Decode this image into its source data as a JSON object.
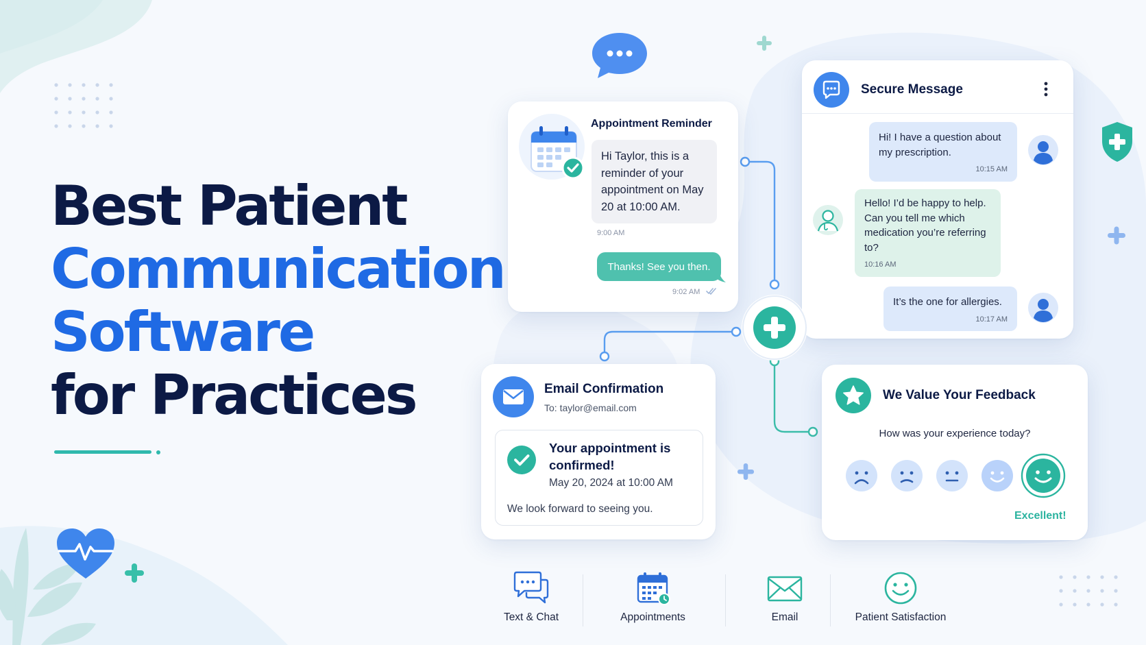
{
  "headline": {
    "line1": "Best Patient",
    "line2": "Communication",
    "line3": "Software",
    "line4": "for Practices"
  },
  "colors": {
    "navy": "#0c1a45",
    "blue": "#1f6ae4",
    "teal": "#2fb9ad",
    "teal_bubble": "#4fc1ae",
    "page_bg": "#f6f9fd"
  },
  "reminder": {
    "icon": "calendar-check-icon",
    "title": "Appointment Reminder",
    "message": "Hi Taylor, this is a reminder of your appointment on May 20 at 10:00 AM.",
    "time": "9:00 AM",
    "reply": "Thanks! See you then.",
    "reply_time": "9:02 AM"
  },
  "secure": {
    "icon": "chat-bubble-icon",
    "title": "Secure Message",
    "messages": [
      {
        "text": "Hi! I have a question about my prescription.",
        "time": "10:15 AM",
        "from": "patient"
      },
      {
        "text": "Hello! I’d be happy to help. Can you tell me which medication you’re referring to?",
        "time": "10:16 AM",
        "from": "doctor"
      },
      {
        "text": "It’s the one for allergies.",
        "time": "10:17 AM",
        "from": "patient"
      }
    ]
  },
  "email": {
    "icon": "envelope-icon",
    "title": "Email Confirmation",
    "to": "To: taylor@email.com",
    "confirm_heading": "Your appointment is confirmed!",
    "confirm_date": "May 20, 2024 at 10:00 AM",
    "confirm_message": "We look forward to seeing you."
  },
  "feedback": {
    "icon": "star-icon",
    "title": "We Value Your Feedback",
    "question": "How was your experience today?",
    "selected": "Excellent!",
    "rating_selected": 5,
    "rating_max": 5
  },
  "nav": [
    {
      "label": "Text & Chat",
      "icon": "chat-icon"
    },
    {
      "label": "Appointments",
      "icon": "calendar-icon"
    },
    {
      "label": "Email",
      "icon": "envelope-icon"
    },
    {
      "label": "Patient Satisfaction",
      "icon": "smiley-icon"
    }
  ]
}
